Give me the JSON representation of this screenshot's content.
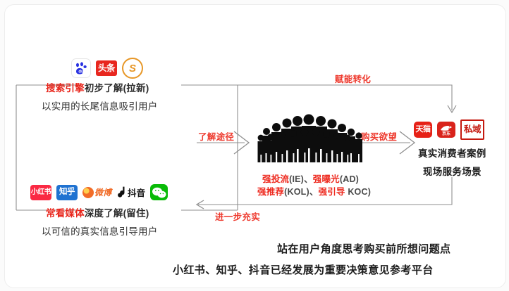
{
  "diagram": {
    "left_top_block": {
      "logos": [
        {
          "name": "baidu-logo",
          "label": "du"
        },
        {
          "name": "toutiao-logo",
          "label": "头条"
        },
        {
          "name": "sogou-logo",
          "label": "S"
        }
      ],
      "title_highlight": "搜索引擎",
      "title_rest": "初步了解(拉新)",
      "subtitle": "以实用的长尾信息吸引用户"
    },
    "left_bottom_block": {
      "logos": [
        {
          "name": "xiaohongshu-logo",
          "label": "小红书"
        },
        {
          "name": "zhihu-logo",
          "label": "知乎"
        },
        {
          "name": "weibo-logo",
          "label": "微博"
        },
        {
          "name": "douyin-logo",
          "label": "抖音"
        },
        {
          "name": "wechat-logo",
          "label": ""
        }
      ],
      "title_highlight": "常看媒体",
      "title_rest": "深度了解(留住)",
      "subtitle": "以可信的真实信息引导用户"
    },
    "center_block": {
      "arrow_in_label": "了解途径",
      "arrow_out_label": "购买欲望",
      "lines": [
        {
          "cn1": "强投流",
          "en1": "(IE)、",
          "cn2": "强曝光",
          "en2": "(AD)"
        },
        {
          "cn1": "强推荐",
          "en1": "(KOL)、",
          "cn2": "强引导",
          "en2": " KOC)"
        }
      ]
    },
    "right_block": {
      "logos": [
        {
          "name": "tmall-logo",
          "label": "天猫"
        },
        {
          "name": "jd-logo",
          "label": "京东"
        },
        {
          "name": "siyu-logo",
          "label": "私域"
        }
      ],
      "line1": "真实消费者案例",
      "line2": "现场服务场景"
    },
    "top_arrow_label": "赋能转化",
    "bottom_arrow_label": "进一步充实",
    "footer": {
      "line1": "站在用户角度思考购买前所想问题点",
      "line2": "小红书、知乎、抖音已经发展为重要决策意见参考平台"
    },
    "colors": {
      "accent_red": "#e8261c",
      "label_red": "#ee3a2e",
      "line_gray": "#8a8a8a",
      "text_dark": "#1c1c1c"
    }
  }
}
